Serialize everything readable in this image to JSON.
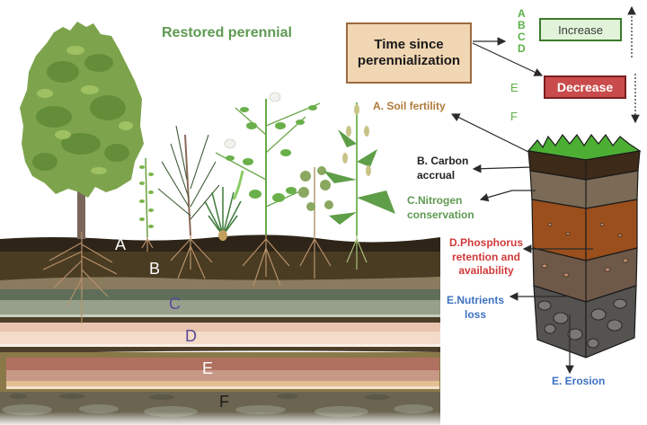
{
  "title": "Restored perennial",
  "driver_box": {
    "line1": "Time since",
    "line2": "perennialization"
  },
  "legend": {
    "increase_label": "Increase",
    "decrease_label": "Decrease",
    "increase_letters": [
      "A",
      "B",
      "C",
      "D"
    ],
    "decrease_letters": [
      "E",
      "F"
    ],
    "increase_color": "#e1f4d9",
    "decrease_color": "#c94b4b"
  },
  "soil_profile_labels": [
    "A",
    "B",
    "C",
    "D",
    "E",
    "F"
  ],
  "soil_profile_label_colors": [
    "#ffffff",
    "#ffffff",
    "#5a4a9a",
    "#5a4a9a",
    "#ffffff",
    "#1a1a1a"
  ],
  "functions": {
    "a": {
      "line1": "A. Soil fertility",
      "color": "#b07a3a"
    },
    "b": {
      "line1": "B. Carbon",
      "line2": "accrual",
      "color": "#222222"
    },
    "c": {
      "line1": "C.Nitrogen",
      "line2": "conservation",
      "color": "#5e9a52"
    },
    "d": {
      "line1": "D.Phosphorus",
      "line2": "retention and",
      "line3": "availability",
      "color": "#d13a3a"
    },
    "e": {
      "line1": "E.Nutrients",
      "line2": "loss",
      "color": "#3d72c0"
    },
    "erosion": {
      "line1": "E. Erosion",
      "color": "#3d72c0"
    }
  },
  "plants": [
    "tree",
    "vine",
    "shrub",
    "fern",
    "pea",
    "maple-sapling",
    "quinoa"
  ]
}
